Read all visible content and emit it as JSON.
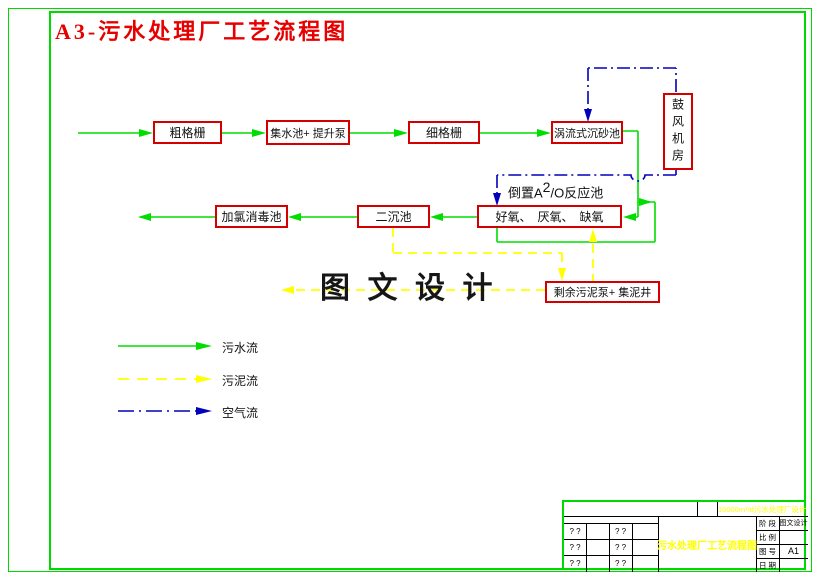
{
  "page": {
    "title": "A3-污水处理厂工艺流程图",
    "sheet_size": "A3"
  },
  "colors": {
    "border_green": "#00d900",
    "sewage_flow_green": "#00dd00",
    "sludge_flow_yellow": "#ffff00",
    "air_flow_blue": "#0000bb",
    "box_border_red": "#d40000",
    "title_red": "#e60000"
  },
  "boxes": {
    "coarse_screen": "粗格栅",
    "collection_tank_pump": "集水池+ 提升泵",
    "fine_screen": "细格栅",
    "vortex_grit_chamber": "涡流式沉砂池",
    "blower_room": "鼓风机房",
    "a2o_label_prefix": "倒置A",
    "a2o_label_sup": "2",
    "a2o_label_suffix": "/O反应池",
    "a2o_zones": "好氧、　厌氧、　缺氧",
    "secondary_clarifier": "二沉池",
    "chlorination_tank": "加氯消毒池",
    "sludge_pump_well": "剩余污泥泵+ 集泥井"
  },
  "watermark": {
    "text": "图 文 设 计"
  },
  "legend": {
    "items": [
      {
        "label": "污水流",
        "color": "#00dd00",
        "style": "solid"
      },
      {
        "label": "污泥流",
        "color": "#ffff00",
        "style": "dashed"
      },
      {
        "label": "空气流",
        "color": "#0000bb",
        "style": "dash-dot"
      }
    ]
  },
  "title_block": {
    "capacity_note": "10000m³/d污水处理厂设计",
    "drawing_name": "污水处理厂工艺流程图",
    "placeholder": "? ?",
    "fields": [
      {
        "label": "阶 段",
        "value": "图文设计"
      },
      {
        "label": "比 例",
        "value": ""
      },
      {
        "label": "图 号",
        "value": "A1"
      },
      {
        "label": "日 期",
        "value": ""
      }
    ]
  }
}
